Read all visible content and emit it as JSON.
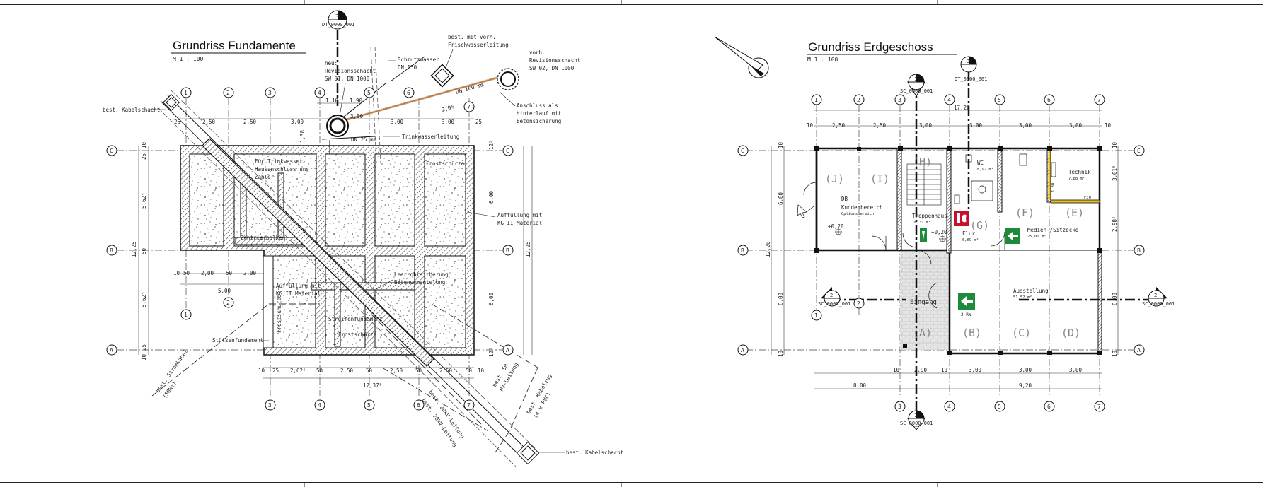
{
  "left": {
    "title": "Grundriss Fundamente",
    "scale": "M 1 : 100",
    "section_ref": {
      "num": "3",
      "code": "DT_0000_001"
    },
    "axes_top": [
      "1",
      "2",
      "3",
      "4",
      "5",
      "6",
      "7"
    ],
    "axes_bottom": [
      "3",
      "4",
      "5",
      "6",
      "7"
    ],
    "axes_lower_left": [
      "1",
      "2"
    ],
    "axes_side": [
      "C",
      "B",
      "A"
    ],
    "dims_top": [
      "25",
      "2,50",
      "2,50",
      "3,00",
      "1,10",
      "1,90",
      "3,00",
      "3,00",
      "25"
    ],
    "dims_misc": {
      "d300b": "3,00",
      "d138": "1,38"
    },
    "dims_bottom": [
      "10",
      "25",
      "2,62⁵",
      "50",
      "2,50",
      "50",
      "2,50",
      "50",
      "2,50",
      "50",
      "10"
    ],
    "dim_bottom_total": "12,37⁵",
    "dims_left_mid": [
      "10",
      "50",
      "2,00",
      "50",
      "2,00"
    ],
    "dim_left_500": "5,00",
    "dims_left": [
      "10",
      "25",
      "5,62⁵",
      "50",
      "5,62⁵",
      "25",
      "10"
    ],
    "dim_left_total": "12,25",
    "dims_right": [
      "12⁵",
      "6,00",
      "6,00",
      "12⁵"
    ],
    "dim_right_total": "12,25",
    "labels": {
      "kabel_top": "best. Kabelschacht",
      "kabel_bottom": "best. Kabelschacht",
      "neu_rev": [
        "neu:",
        "Revisionsschacht",
        "SW 01, DN 1000"
      ],
      "schmutz": [
        "Schmutzwasser",
        "DN 150"
      ],
      "frisch": [
        "best. mit vorh.",
        "Frischwasserleitung"
      ],
      "vorh_rev": [
        "vorh.",
        "Revisionsschacht",
        "SW 02, DN 1000"
      ],
      "anschluss": [
        "Anschluss als",
        "Hinterlauf mit",
        "Betonsicherung"
      ],
      "dn160": "DN 160 mm",
      "gefaelle": "2,0%",
      "dn25": "DN 25 mm",
      "trink": "Trinkwasserleitung",
      "fuer": [
        "Für Trinkwasser-",
        "Hausanschluss und",
        "Zähler"
      ],
      "frost1": "Frostschürze",
      "frost2": "Frostschürze",
      "frost3": "Frostschürze",
      "zentrier": "Zentrierbalken",
      "auffuell_r": [
        "Auffüllung mit",
        "KG II Material"
      ],
      "leerrohr": [
        "Leerrohrsicherung",
        "Betonummantelung"
      ],
      "auffuell_c": [
        "Auffüllung mit",
        "KG II Material"
      ],
      "streifen": "Streifenfundament",
      "stuetzen": "Stützenfundament",
      "strom": [
        "best. Stromkabel",
        "(50Hz)"
      ],
      "zkv1": "best. 20kV-Leitung",
      "zkv2": "best. 20kV-Leitung",
      "nz": [
        "best. 50",
        "Hz-Leitung"
      ],
      "kabelzug": [
        "best. Kabelzug",
        "(4 x PVC)"
      ]
    }
  },
  "right": {
    "title": "Grundriss Erdgeschoss",
    "scale": "M 1 : 100",
    "section_refs": [
      {
        "num": "1",
        "code": "SC_0000_001"
      },
      {
        "num": "3",
        "code": "DT_0000_001"
      },
      {
        "num": "2",
        "code": "SC_0000_001"
      },
      {
        "num": "2",
        "code": "SC_0000_001"
      },
      {
        "num": "1",
        "code": "SC_0000_001"
      }
    ],
    "axes_top": [
      "1",
      "2",
      "3",
      "4",
      "5",
      "6",
      "7"
    ],
    "axes_bottom": [
      "3",
      "4",
      "5",
      "6",
      "7"
    ],
    "axes_side": [
      "C",
      "B",
      "A"
    ],
    "axes_low_left": [
      "1",
      "2"
    ],
    "dim_top_total": "17,20",
    "dims_top": [
      "10",
      "2,50",
      "2,50",
      "3,00",
      "3,00",
      "3,00",
      "3,00",
      "10"
    ],
    "dims_bottom_row1": [
      "10",
      "2,90",
      "10",
      "3,00",
      "3,00",
      "3,00"
    ],
    "dims_bottom_row2": [
      "8,00",
      "9,20"
    ],
    "dims_left": [
      "10",
      "6,00",
      "12,20",
      "6,00",
      "10"
    ],
    "dims_right": [
      "10",
      "3,01⁵",
      "2,98⁵",
      "6,00",
      "10"
    ],
    "rooms": {
      "J": "(J)",
      "I": "(I)",
      "H": "(H)",
      "G": "(G)",
      "F": "(F)",
      "E": "(E)",
      "A": "(A)",
      "B": "(B)",
      "C": "(C)",
      "D": "(D)",
      "db": [
        "DB",
        "Kundenbereich",
        "Optionsbereich"
      ],
      "treppen": [
        "Treppenhaus",
        "16,31 m²"
      ],
      "wc": [
        "WC",
        "8,92 m²"
      ],
      "flur": [
        "Flur",
        "6,69 m²"
      ],
      "medien": [
        "Medien-/Sitzecke",
        "25,01 m²"
      ],
      "technik": [
        "Technik",
        "7,88 m²"
      ],
      "ausstellung": [
        "Ausstellung",
        "51,52 m²"
      ],
      "eingang": "Eingang",
      "level1": "+0,20",
      "level2": "+0,20",
      "rw": "2 RW",
      "t130": "1,30",
      "f30": "F30"
    }
  },
  "colors": {
    "exit_green": "#1e8a3c",
    "fire_red": "#c8102e",
    "pipe_orange": "#d4a070"
  }
}
